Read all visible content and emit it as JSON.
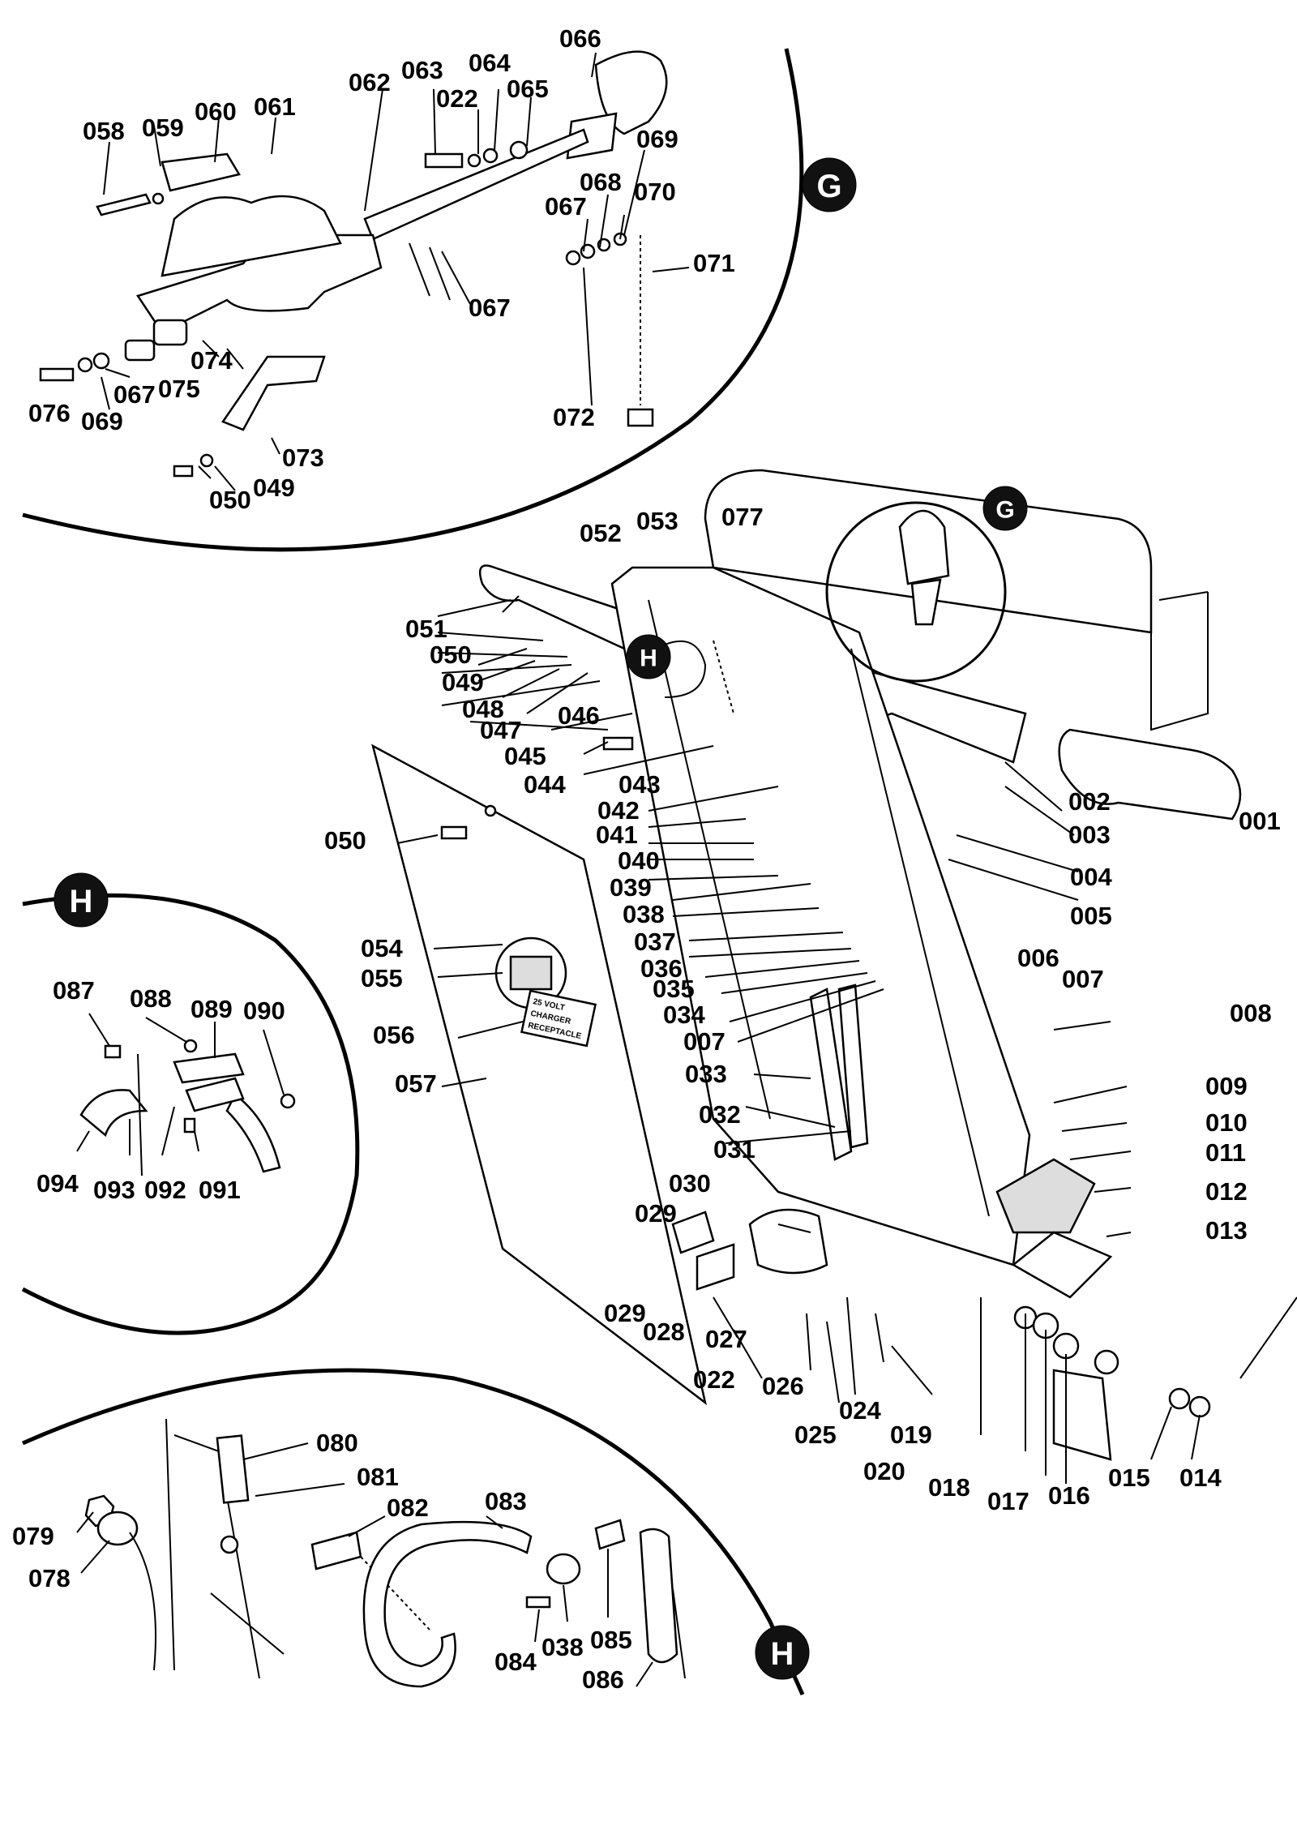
{
  "detail_badges": {
    "g": "G",
    "h": "H"
  },
  "decal_lines": [
    "25 VOLT",
    "CHARGER",
    "RECEPTACLE"
  ],
  "part_labels": [
    "001",
    "002",
    "003",
    "004",
    "005",
    "006",
    "007",
    "008",
    "009",
    "010",
    "011",
    "012",
    "013",
    "014",
    "015",
    "016",
    "017",
    "018",
    "019",
    "020",
    "022",
    "024",
    "025",
    "026",
    "027",
    "028",
    "029",
    "030",
    "031",
    "032",
    "033",
    "034",
    "007",
    "035",
    "036",
    "037",
    "038",
    "039",
    "040",
    "041",
    "042",
    "043",
    "044",
    "045",
    "046",
    "047",
    "048",
    "049",
    "050",
    "051",
    "052",
    "053",
    "077",
    "054",
    "055",
    "056",
    "057",
    "050",
    "058",
    "059",
    "060",
    "061",
    "062",
    "063",
    "022",
    "064",
    "065",
    "066",
    "067",
    "068",
    "069",
    "070",
    "071",
    "067",
    "072",
    "073",
    "074",
    "075",
    "067",
    "076",
    "069",
    "050",
    "049",
    "029",
    "087",
    "088",
    "089",
    "090",
    "091",
    "092",
    "093",
    "094",
    "079",
    "078",
    "080",
    "081",
    "082",
    "083",
    "084",
    "038",
    "085",
    "086"
  ]
}
